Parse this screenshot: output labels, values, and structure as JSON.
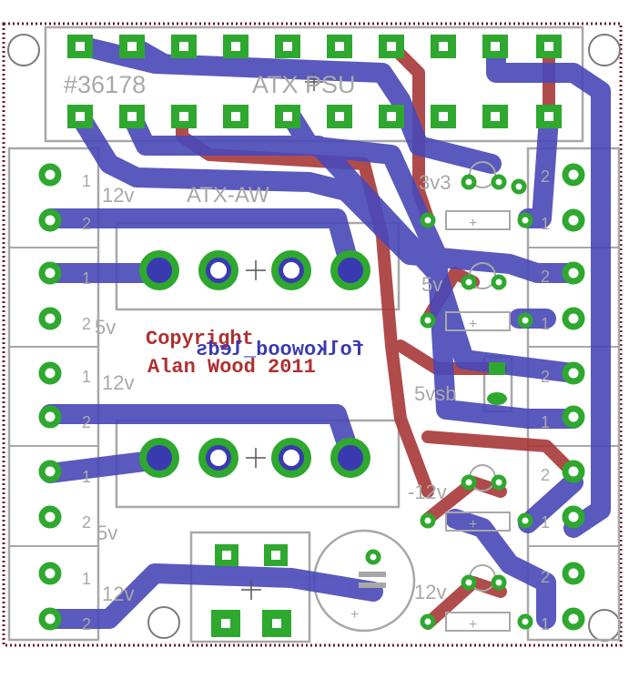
{
  "board": {
    "part_number": "#36178",
    "header_label": "ATX PSU",
    "module_label": "ATX-AW",
    "copyright_line1": "Copyright",
    "copyright_line2": "Alan Wood 2011",
    "mirrored_text": "folkowood_leds"
  },
  "left_terminals": [
    {
      "voltage": "12v",
      "pin_top": "1",
      "pin_bottom": "2"
    },
    {
      "voltage": "5v",
      "pin_top": "1",
      "pin_bottom": "2"
    },
    {
      "voltage": "12v",
      "pin_top": "1",
      "pin_bottom": "2"
    },
    {
      "voltage": "5v",
      "pin_top": "1",
      "pin_bottom": "2"
    },
    {
      "voltage": "12v",
      "pin_top": "1",
      "pin_bottom": "2"
    }
  ],
  "led_rails": [
    {
      "label": "3v3"
    },
    {
      "label": "5v"
    },
    {
      "label": "5vsb"
    },
    {
      "label": "-12v"
    },
    {
      "label": "12v"
    }
  ],
  "right_terminals": [
    {
      "pin_top": "2",
      "pin_bottom": "1"
    },
    {
      "pin_top": "2",
      "pin_bottom": "1"
    },
    {
      "pin_top": "2",
      "pin_bottom": "1"
    },
    {
      "pin_top": "2",
      "pin_bottom": "1"
    },
    {
      "pin_top": "2",
      "pin_bottom": "1"
    }
  ],
  "colors": {
    "top_copper": "#4848b8",
    "bottom_copper": "#a83838",
    "pad_green": "#2ea82e",
    "silkscreen": "#a8a8a8",
    "outline": "#6a1a2a"
  }
}
